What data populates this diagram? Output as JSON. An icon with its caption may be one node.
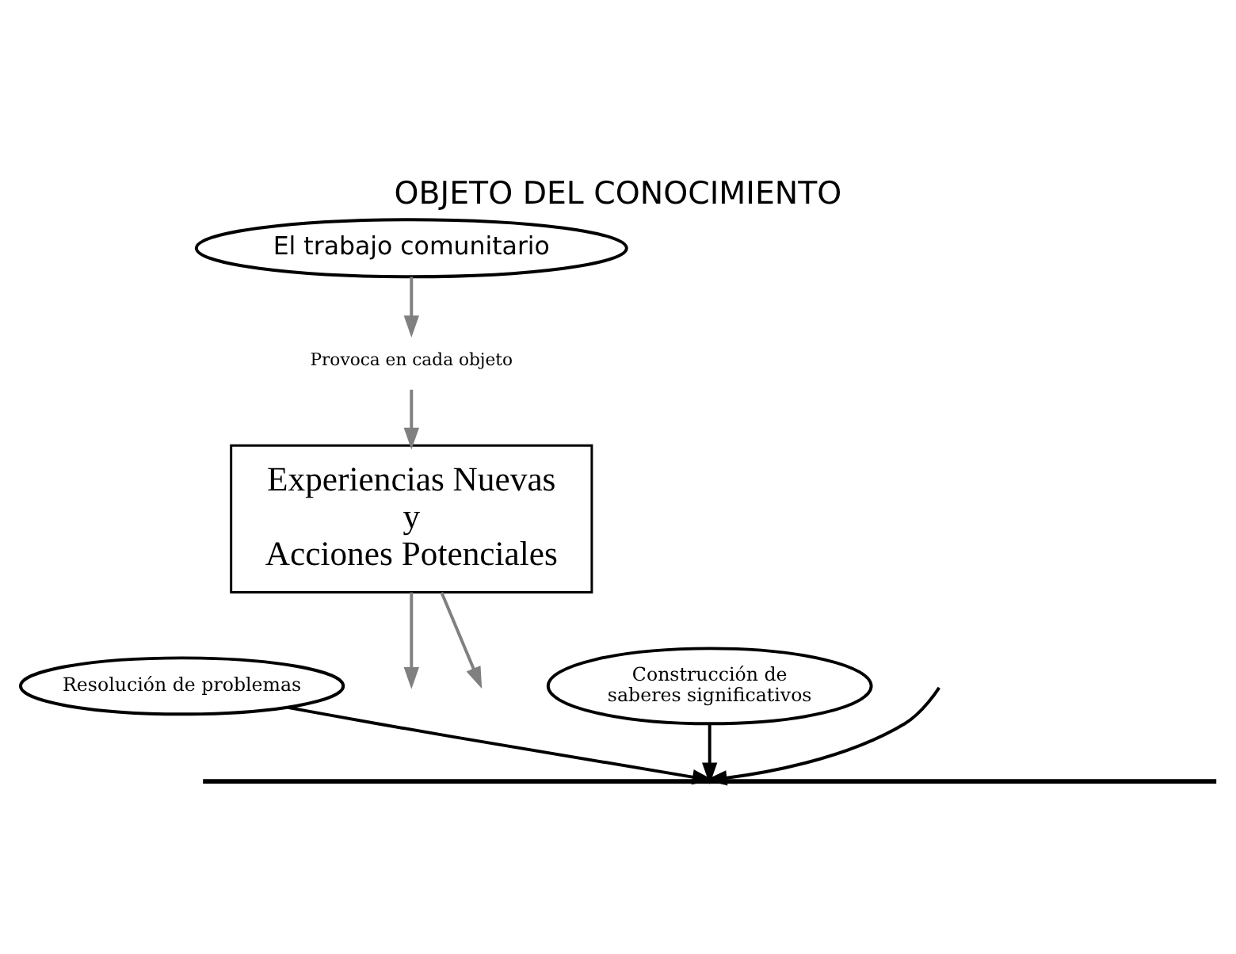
{
  "diagram": {
    "title": "OBJETO DEL CONOCIMIENTO",
    "nodes": [
      {
        "text": [
          "El trabajo comunitario"
        ]
      },
      {
        "text": [
          "Provoca en cada objeto"
        ]
      },
      {
        "text": [
          "Experiencias Nuevas y Acciones Potenciales"
        ]
      },
      {
        "text": [
          "Resolución de problemas"
        ]
      },
      {
        "text": [
          "Construcción de saberes significativos"
        ]
      },
      {
        "text": [],
        "shape": "bar"
      }
    ],
    "edges": [
      {
        "from": 0,
        "to": 1,
        "arrow": "to"
      },
      {
        "from": 1,
        "to": 2,
        "arrow": "to"
      },
      {
        "from": 2,
        "to": null,
        "arrow": "to"
      },
      {
        "from": 2,
        "to": null,
        "arrow": "to"
      },
      {
        "from": null,
        "to": 5,
        "arrow": "to",
        "color": "#000000"
      },
      {
        "from": 3,
        "to": 5,
        "arrow": "to",
        "color": "#000000"
      },
      {
        "from": 4,
        "to": 5,
        "arrow": "to",
        "color": "#000000"
      }
    ]
  }
}
